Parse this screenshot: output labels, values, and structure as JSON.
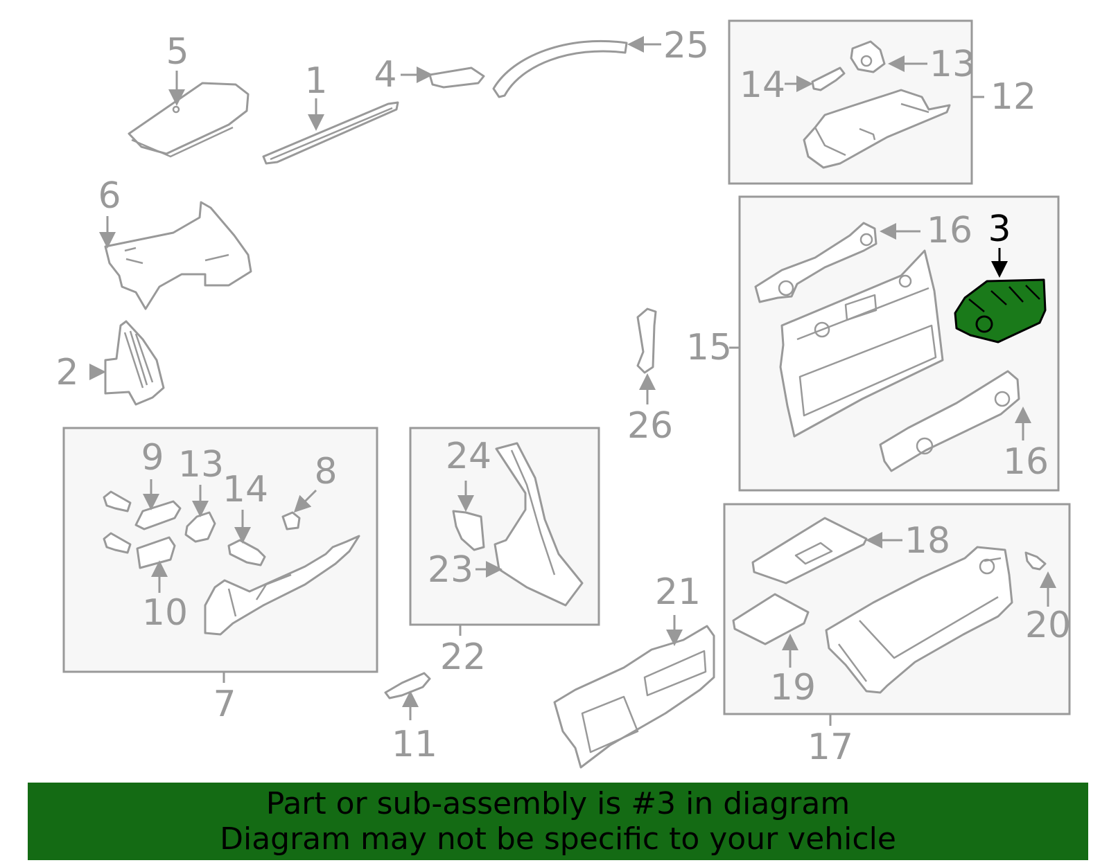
{
  "diagram": {
    "callouts": {
      "c1": "1",
      "c2": "2",
      "c3": "3",
      "c4": "4",
      "c5": "5",
      "c6": "6",
      "c7": "7",
      "c8": "8",
      "c9": "9",
      "c10": "10",
      "c11": "11",
      "c12": "12",
      "c13a": "13",
      "c13b": "13",
      "c14a": "14",
      "c14b": "14",
      "c15": "15",
      "c16a": "16",
      "c16b": "16",
      "c17": "17",
      "c18": "18",
      "c19": "19",
      "c20": "20",
      "c21": "21",
      "c22": "22",
      "c23": "23",
      "c24": "24",
      "c25": "25",
      "c26": "26"
    },
    "highlight_callout": "3",
    "highlight_color": "#1a7a1a"
  },
  "banner": {
    "line1": "Part or sub-assembly is #3 in diagram",
    "line2": "Diagram may not be specific to your vehicle",
    "background": "#146b14"
  }
}
